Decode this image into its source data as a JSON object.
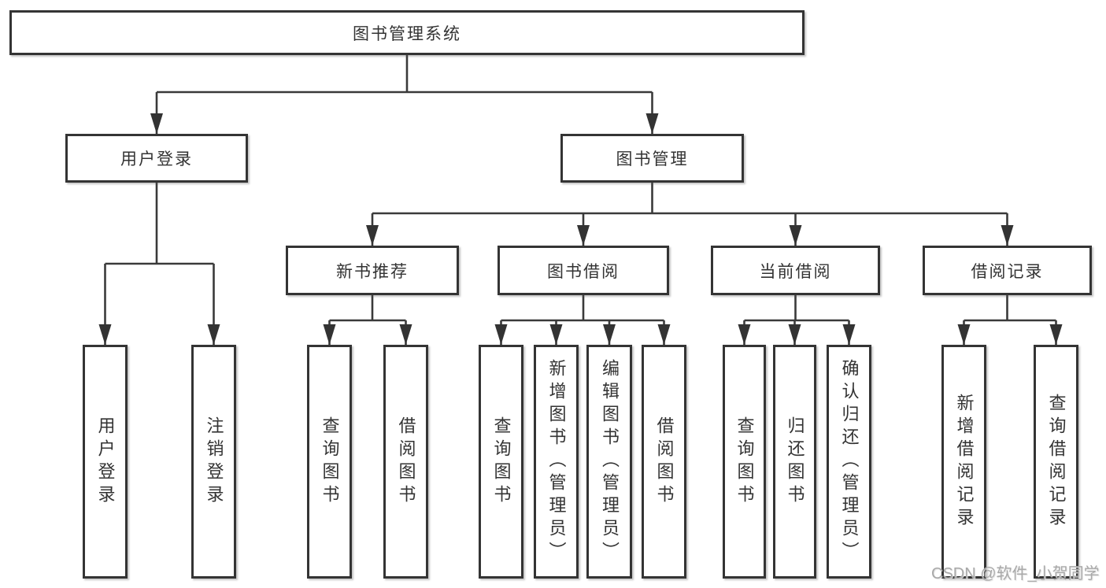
{
  "tree": {
    "root": {
      "label": "图书管理系统"
    },
    "branches": [
      {
        "label": "用户登录",
        "children": [
          {
            "label": "用户登录"
          },
          {
            "label": "注销登录"
          }
        ]
      },
      {
        "label": "图书管理",
        "sections": [
          {
            "label": "新书推荐",
            "children": [
              {
                "label": "查询图书"
              },
              {
                "label": "借阅图书"
              }
            ]
          },
          {
            "label": "图书借阅",
            "children": [
              {
                "label": "查询图书"
              },
              {
                "label": "新增图书（管理员）"
              },
              {
                "label": "编辑图书（管理员）"
              },
              {
                "label": "借阅图书"
              }
            ]
          },
          {
            "label": "当前借阅",
            "children": [
              {
                "label": "查询图书"
              },
              {
                "label": "归还图书"
              },
              {
                "label": "确认归还（管理员）"
              }
            ]
          },
          {
            "label": "借阅记录",
            "children": [
              {
                "label": "新增借阅记录"
              },
              {
                "label": "查询借阅记录"
              }
            ]
          }
        ]
      }
    ]
  },
  "watermark": "CSDN @软件_小贺同学",
  "colors": {
    "line": "#3a3a3a",
    "box_border": "#343434",
    "box_fill": "#ffffff",
    "text": "#333333",
    "watermark": "#a9a9a9"
  }
}
